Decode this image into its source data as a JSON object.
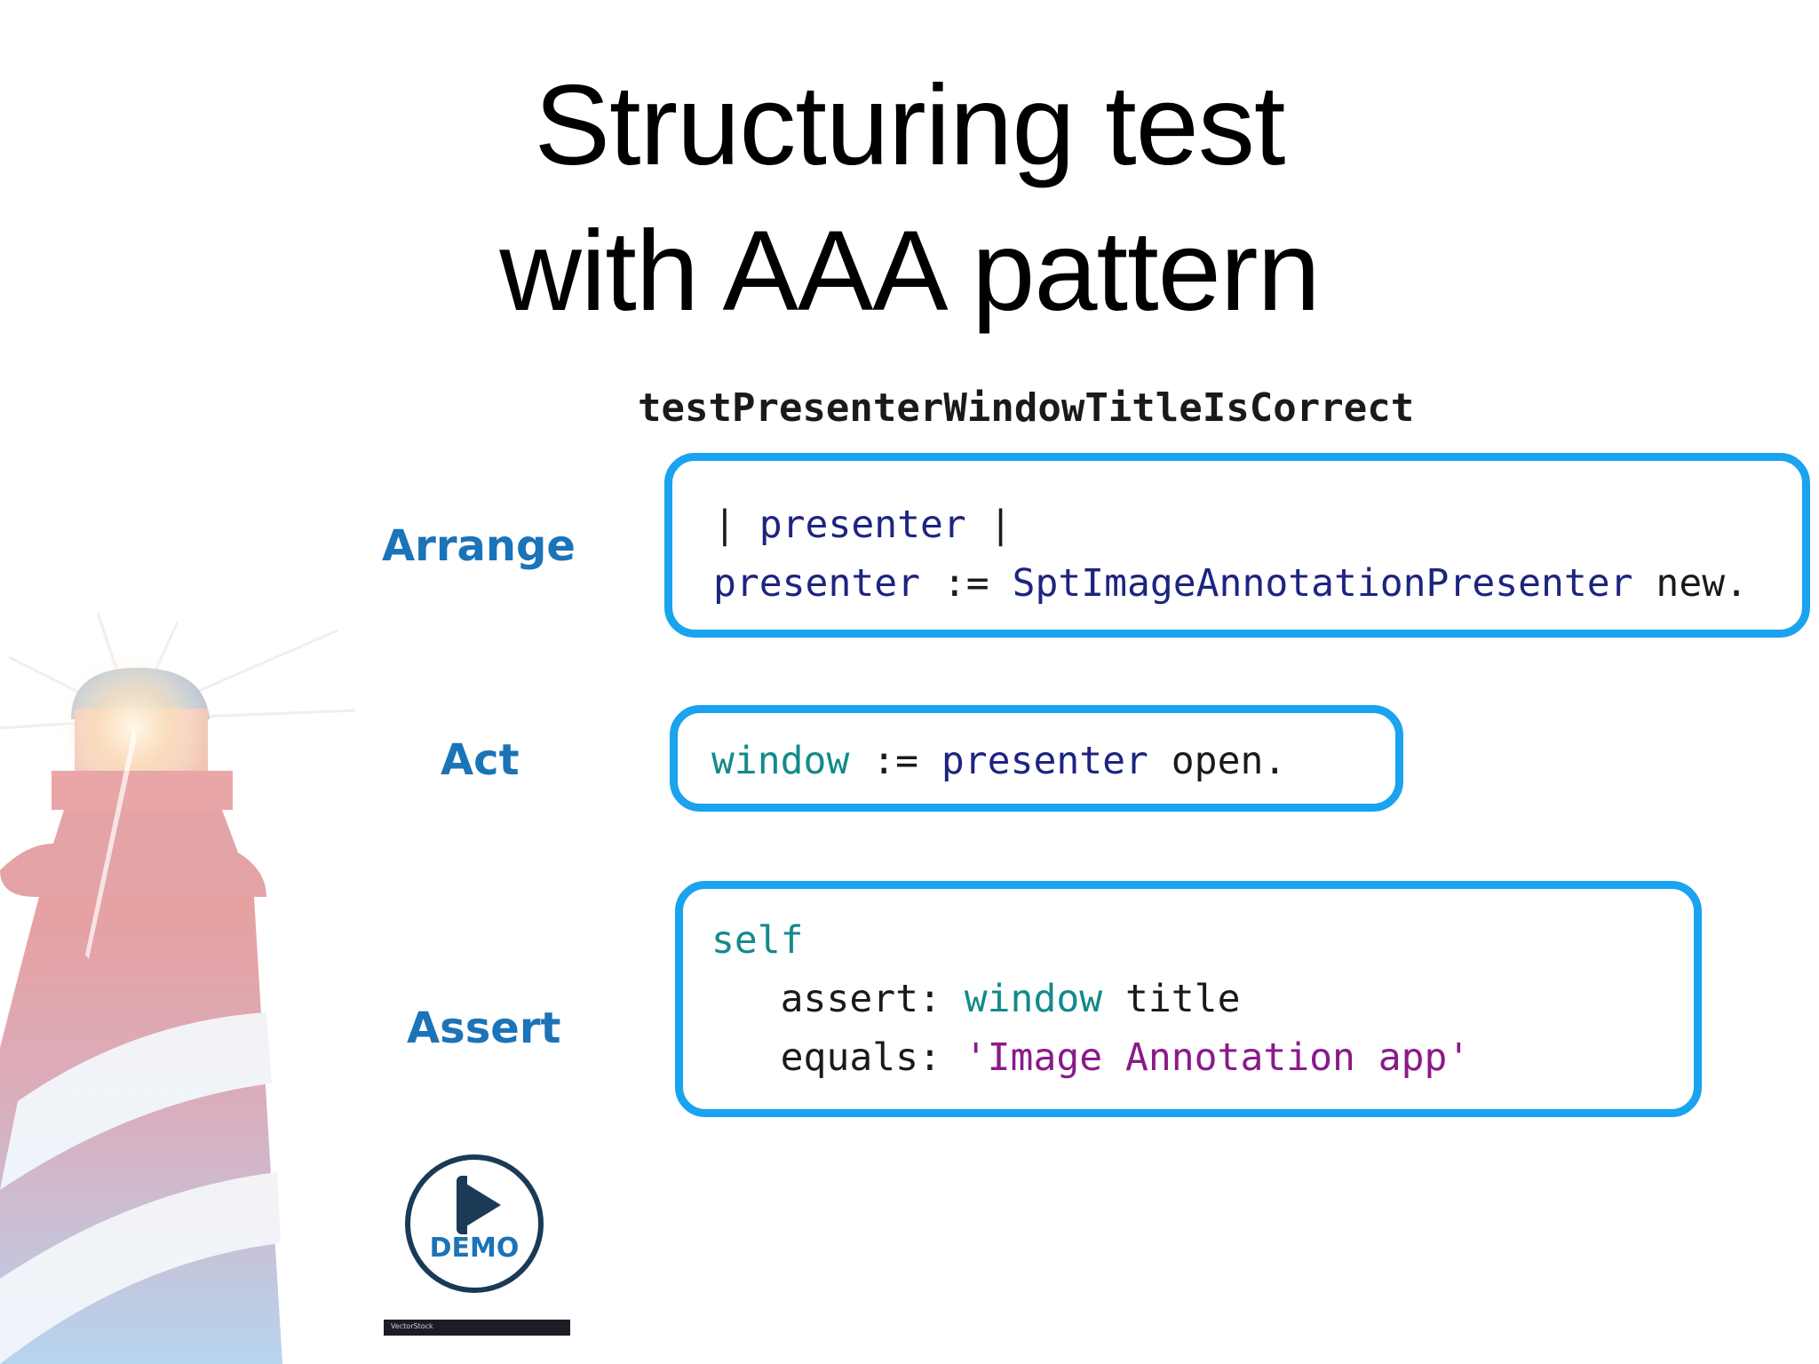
{
  "slide": {
    "title_line1": "Structuring test",
    "title_line2": "with AAA pattern",
    "method_name": "testPresenterWindowTitleIsCorrect"
  },
  "labels": {
    "arrange": "Arrange",
    "act": "Act",
    "assert": "Assert"
  },
  "code": {
    "arrange": {
      "line1": {
        "bar_open": "| ",
        "var": "presenter",
        "bar_close": " |"
      },
      "line2": {
        "var": "presenter",
        "op": " := ",
        "class": "SptImageAnnotationPresenter",
        "msg": " new."
      }
    },
    "act": {
      "line1": {
        "temp": "window",
        "op": " := ",
        "var": "presenter",
        "msg": " open."
      }
    },
    "assert": {
      "line1": {
        "self": "self"
      },
      "line2": {
        "keyword": "   assert: ",
        "temp": "window",
        "msg": " title"
      },
      "line3": {
        "keyword": "   equals: ",
        "string": "'Image Annotation app'"
      }
    }
  },
  "demo": {
    "label": "DEMO",
    "watermark": "VectorStock"
  },
  "colors": {
    "accent_blue": "#1aa3ee",
    "label_blue": "#1b73b8",
    "code_var": "#1d2480",
    "code_temp": "#128a8a",
    "code_string": "#8a1a8a"
  }
}
